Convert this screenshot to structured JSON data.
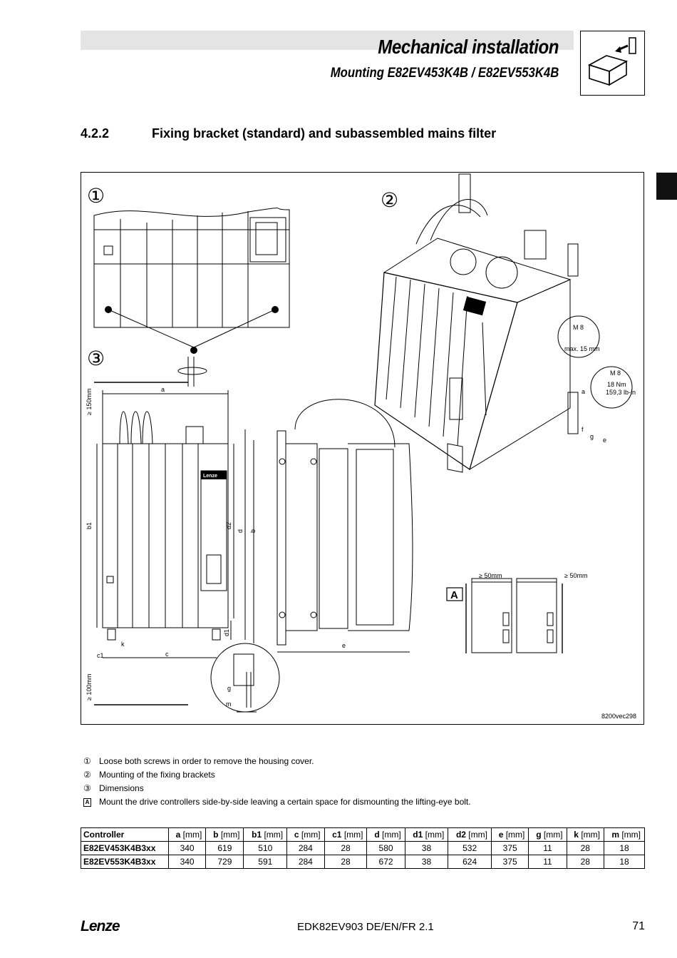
{
  "header": {
    "title": "Mechanical installation",
    "subtitle": "Mounting E82EV453K4B / E82EV553K4B",
    "icon": "mounting-box-icon"
  },
  "section": {
    "number": "4.2.2",
    "title": "Fixing bracket (standard) and subassembled mains filter"
  },
  "figure": {
    "markers": [
      "①",
      "②",
      "③"
    ],
    "labels": {
      "a": "a",
      "b": "b",
      "b1": "b1",
      "c": "c",
      "c1": "c1",
      "d": "d",
      "d1": "d1",
      "d2": "d2",
      "e": "e",
      "g": "g",
      "k": "k",
      "m": "m",
      "clear_top": "≥ 150mm",
      "clear_bottom": "≥ 100mm",
      "side_left": "≥ 50mm",
      "side_right": "≥ 50mm",
      "callout_A": "A",
      "m8_a": "M 8",
      "max15": "max. 15 mm",
      "m8_b": "M 8",
      "torque_nm": "18 Nm",
      "torque_lbin": "159,3 lb-in",
      "part_a": "a",
      "part_f": "f",
      "part_g": "g",
      "part_e": "e",
      "brand_plate": "Lenze"
    },
    "code": "8200vec298"
  },
  "legend": [
    {
      "sym": "①",
      "text": "Loose both screws in order to remove the housing cover."
    },
    {
      "sym": "②",
      "text": "Mounting of the fixing brackets"
    },
    {
      "sym": "③",
      "text": "Dimensions"
    },
    {
      "sym": "A",
      "boxed": true,
      "text": "Mount the drive controllers side-by-side leaving a certain space for dismounting the lifting-eye bolt."
    }
  ],
  "table": {
    "headers": [
      {
        "sym": "Controller",
        "unit": ""
      },
      {
        "sym": "a",
        "unit": " [mm]"
      },
      {
        "sym": "b",
        "unit": " [mm]"
      },
      {
        "sym": "b1",
        "unit": " [mm]"
      },
      {
        "sym": "c",
        "unit": " [mm]"
      },
      {
        "sym": "c1",
        "unit": " [mm]"
      },
      {
        "sym": "d",
        "unit": " [mm]"
      },
      {
        "sym": "d1",
        "unit": " [mm]"
      },
      {
        "sym": "d2",
        "unit": " [mm]"
      },
      {
        "sym": "e",
        "unit": " [mm]"
      },
      {
        "sym": "g",
        "unit": " [mm]"
      },
      {
        "sym": "k",
        "unit": " [mm]"
      },
      {
        "sym": "m",
        "unit": " [mm]"
      }
    ],
    "rows": [
      [
        "E82EV453K4B3xx",
        "340",
        "619",
        "510",
        "284",
        "28",
        "580",
        "38",
        "532",
        "375",
        "11",
        "28",
        "18"
      ],
      [
        "E82EV553K4B3xx",
        "340",
        "729",
        "591",
        "284",
        "28",
        "672",
        "38",
        "624",
        "375",
        "11",
        "28",
        "18"
      ]
    ]
  },
  "footer": {
    "logo": "Lenze",
    "doc_code": "EDK82EV903 DE/EN/FR 2.1",
    "page": "71"
  }
}
